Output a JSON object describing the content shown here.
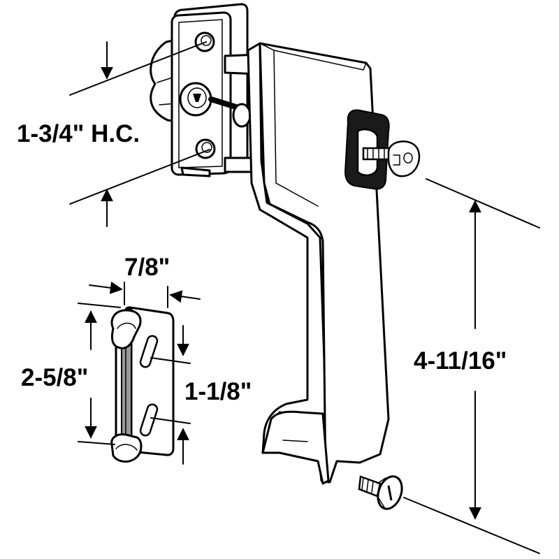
{
  "dimensions": {
    "hole_center": "1-3/4\" H.C.",
    "plate_width": "7/8\"",
    "plate_height": "2-5/8\"",
    "slot_spacing": "1-1/8\"",
    "handle_height": "4-11/16\""
  },
  "colors": {
    "line": "#000000",
    "background": "#ffffff",
    "gasket": "#1a1a1a",
    "gray": "#9a9a9a"
  }
}
